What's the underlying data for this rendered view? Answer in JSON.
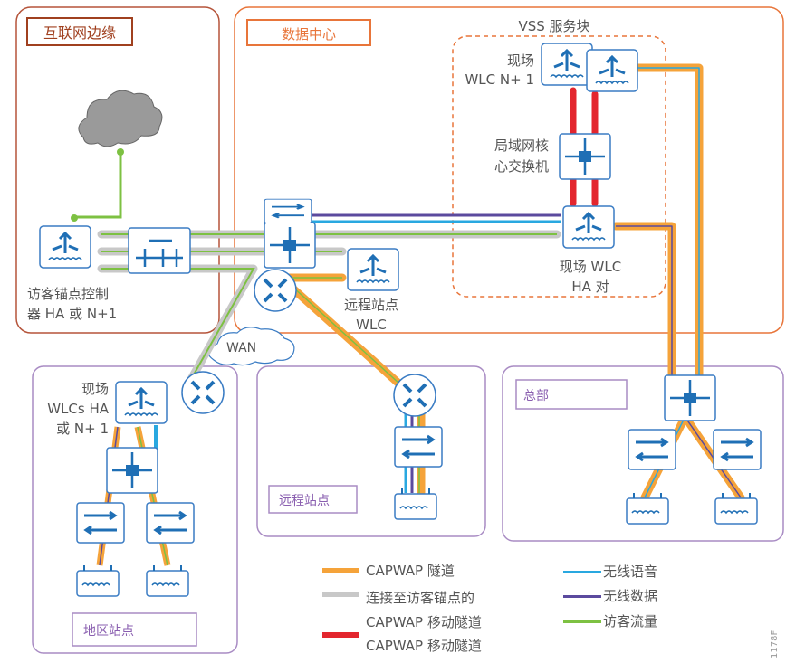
{
  "zones": {
    "internet_edge": "互联网边缘",
    "data_center": "数据中心",
    "vss_block": "VSS 服务块",
    "regional_site": "地区站点",
    "remote_site": "远程站点",
    "headquarters": "总部"
  },
  "labels": {
    "guest_anchor_1": "访客锚点控制",
    "guest_anchor_2": "器 HA 或 N+1",
    "wlc_n1_1": "现场",
    "wlc_n1_2": "WLC N+ 1",
    "core_1": "局域网核",
    "core_2": "心交换机",
    "wlc_ha_1": "现场 WLC",
    "wlc_ha_2": "HA 对",
    "remote_wlc_1": "远程站点",
    "remote_wlc_2": "WLC",
    "wan": "WAN",
    "regional_wlc_1": "现场",
    "regional_wlc_2": "WLCs HA",
    "regional_wlc_3": "或 N+ 1",
    "figure_id": "1178F"
  },
  "legend": [
    {
      "label": "CAPWAP 隧道",
      "color": "#f5a33a"
    },
    {
      "label": "连接至访客锚点的",
      "label2": "CAPWAP 移动隧道",
      "color": "#c8c8c8"
    },
    {
      "label": "CAPWAP 移动隧道",
      "color": "#e3262e"
    },
    {
      "label": "无线语音",
      "color": "#29a8e0"
    },
    {
      "label": "无线数据",
      "color": "#5b4a9e"
    },
    {
      "label": "访客流量",
      "color": "#7dc142"
    }
  ],
  "colors": {
    "device": "#1f6fb5",
    "internet_border": "#b5543a",
    "dc_border": "#e8753a",
    "site_border": "#a98cc4"
  }
}
